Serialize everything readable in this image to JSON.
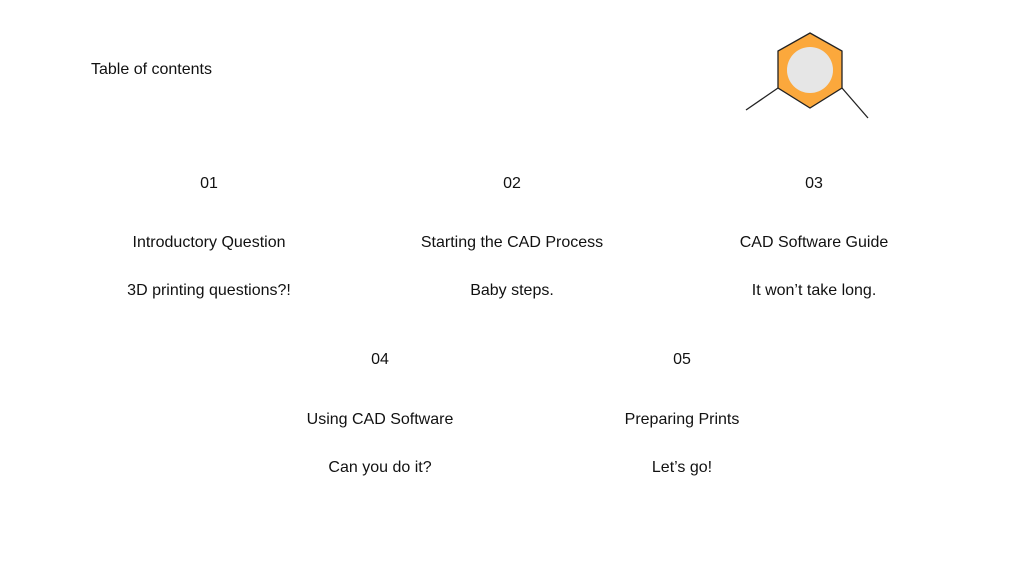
{
  "page": {
    "title": "Table of contents"
  },
  "colors": {
    "hexagon_fill": "#FBA83C",
    "hexagon_stroke": "#222222",
    "circle_fill": "#E6E6E6"
  },
  "logo_icon": "hexagon-molecule-icon",
  "items": [
    {
      "number": "01",
      "heading": "Introductory Question",
      "subtitle": "3D printing questions?!"
    },
    {
      "number": "02",
      "heading": "Starting the CAD Process",
      "subtitle": "Baby steps."
    },
    {
      "number": "03",
      "heading": "CAD Software Guide",
      "subtitle": "It won’t take long."
    },
    {
      "number": "04",
      "heading": "Using CAD Software",
      "subtitle": "Can you do it?"
    },
    {
      "number": "05",
      "heading": "Preparing Prints",
      "subtitle": "Let’s go!"
    }
  ]
}
